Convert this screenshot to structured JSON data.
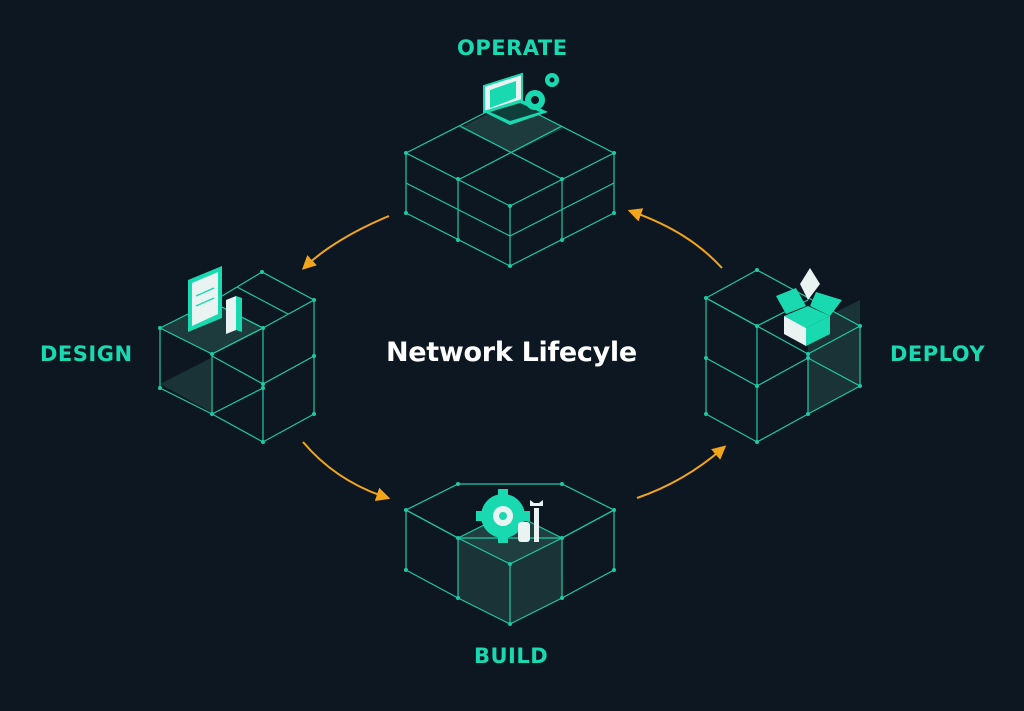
{
  "diagram": {
    "title": "Network Lifecyle",
    "stages": [
      {
        "id": "operate",
        "label": "OPERATE",
        "icon": "laptop-gear-icon"
      },
      {
        "id": "deploy",
        "label": "DEPLOY",
        "icon": "open-box-icon"
      },
      {
        "id": "build",
        "label": "BUILD",
        "icon": "gear-wrench-icon"
      },
      {
        "id": "design",
        "label": "DESIGN",
        "icon": "blueprint-ruler-icon"
      }
    ],
    "flow": [
      "operate",
      "design",
      "build",
      "deploy",
      "operate"
    ]
  },
  "colors": {
    "background": "#0d1722",
    "accent": "#19d9b0",
    "grid_line": "#1fc9a6",
    "arrow": "#f2a51b",
    "title": "#ffffff"
  }
}
